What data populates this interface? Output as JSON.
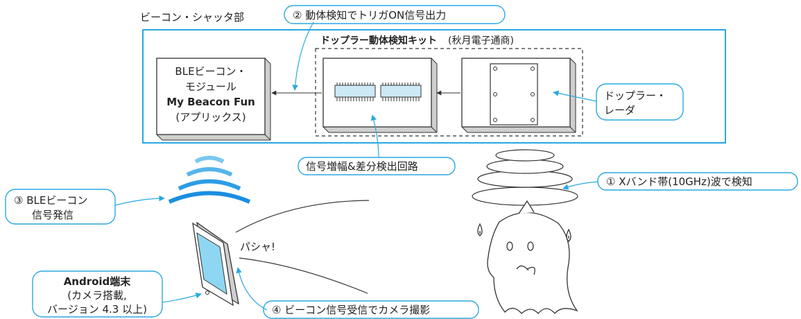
{
  "labels": {
    "shutter_section": "ビーコン・シャッタ部",
    "kit_title": "ドップラー動体検知キット",
    "kit_vendor": "(秋月電子通商)",
    "ble_module": [
      "BLEビーコン・",
      "モジュール",
      "My Beacon Fun",
      "(アプリックス)"
    ],
    "doppler_radar": [
      "ドップラー・",
      "レーダ"
    ],
    "amp_circuit": "信号増幅&差分検出回路",
    "callout_1": "① Xバンド帯(10GHz)波で検知",
    "callout_2": "② 動体検知でトリガON信号出力",
    "callout_3": [
      "③ BLEビーコン",
      "信号発信"
    ],
    "callout_4": "④ ビーコン信号受信でカメラ撮影",
    "android": [
      "Android端末",
      "(カメラ搭載,",
      "バージョン 4.3 以上)"
    ],
    "shutter_sound": "パシャ!"
  },
  "colors": {
    "accent": "#29a8e0",
    "wave": "#1a8ee0",
    "screen": "#8fd6f2",
    "chip": "#cde9f6",
    "box_shadow": "#cfcfcf",
    "line": "#333333"
  },
  "icons": [
    "radio-wave-icon",
    "smartphone-icon",
    "ghost-icon",
    "ic-chip-icon",
    "radar-board-icon"
  ]
}
